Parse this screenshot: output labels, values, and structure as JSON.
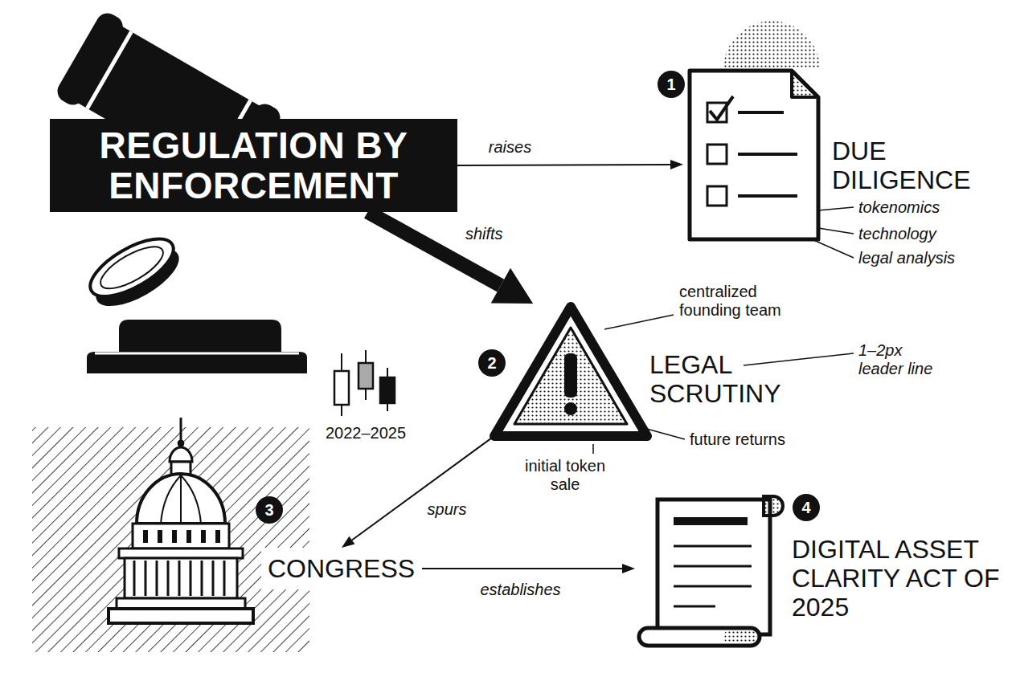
{
  "diagram": {
    "nodes": [
      {
        "text": [
          "REGULATION BY ENFORCEMENT"
        ]
      },
      {
        "text": [
          "DUE DILIGENCE"
        ]
      },
      {
        "text": [
          "LEGAL SCRUTINY"
        ]
      },
      {
        "text": [
          "CONGRESS"
        ]
      },
      {
        "text": [
          "DIGITAL ASSET CLARITY ACT OF 2025"
        ]
      }
    ],
    "edges": [
      {
        "from": 0,
        "to": 1,
        "label": "raises",
        "arrow": "to"
      },
      {
        "from": 0,
        "to": 2,
        "label": "shifts",
        "arrow": "to"
      },
      {
        "from": 2,
        "to": 3,
        "label": "spurs",
        "arrow": "to"
      },
      {
        "from": 3,
        "to": 4,
        "label": "establishes",
        "arrow": "to"
      }
    ],
    "labels": [
      "1",
      "tokenomics",
      "technology",
      "legal analysis",
      "2",
      "centralized founding team",
      "1–2px leader line",
      "future returns",
      "initial token sale",
      "2022–2025",
      "3",
      "4"
    ]
  }
}
